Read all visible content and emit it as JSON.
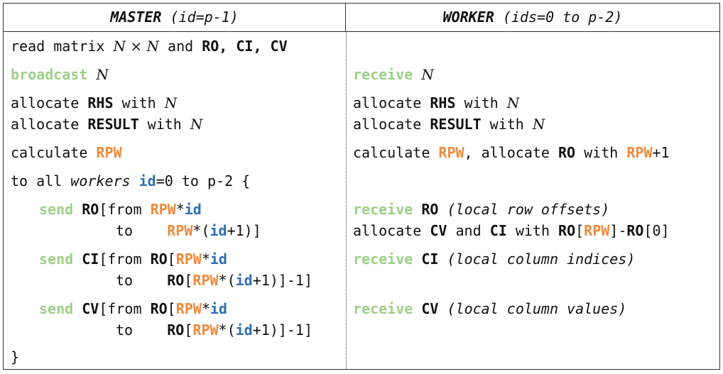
{
  "header": {
    "master_label": "MASTER",
    "master_suffix": "(id=p-1)",
    "worker_label": "WORKER",
    "worker_suffix": "(ids=0 to p-2)"
  },
  "master": {
    "read_prefix": "read matrix ",
    "read_N1": "N",
    "read_times": " × ",
    "read_N2": "N",
    "read_and": " and ",
    "read_arrays": "RO, CI, CV",
    "broadcast_kw": "broadcast",
    "broadcast_var": "N",
    "allocate": "allocate ",
    "rhs": "RHS",
    "result": "RESULT",
    "with": " with ",
    "n": "N",
    "calculate": "calculate ",
    "rpw": "RPW",
    "loop_prefix": "to all ",
    "loop_workers": "workers",
    "loop_id": "id",
    "loop_suffix": "=0 to p-2 {",
    "send": "send",
    "ro": "RO",
    "ci": "CI",
    "cv": "CV",
    "from": "[from ",
    "to": "to   ",
    "star": "*",
    "id": "id",
    "open_paren": "*(",
    "plus1": "+1)",
    "close_br": "]",
    "close_minus": ")]-1]",
    "open_br": "[",
    "close_brace": "}"
  },
  "worker": {
    "receive": "receive",
    "n": "N",
    "allocate": "allocate ",
    "rhs": "RHS",
    "result": "RESULT",
    "with": " with ",
    "calculate": "calculate ",
    "rpw": "RPW",
    "alloc_ro_mid": ", allocate ",
    "ro": "RO",
    "plus1": "+1",
    "ro_comment": "(local row offsets)",
    "alloc_cv_prefix": "allocate ",
    "cv": "CV",
    "and": " and ",
    "ci": "CI",
    "with_ro": " with ",
    "bracket_open": "[",
    "bracket_close": "]-",
    "zero_idx": "[0]",
    "ci_comment": "(local column indices)",
    "cv_comment": "(local column values)"
  }
}
